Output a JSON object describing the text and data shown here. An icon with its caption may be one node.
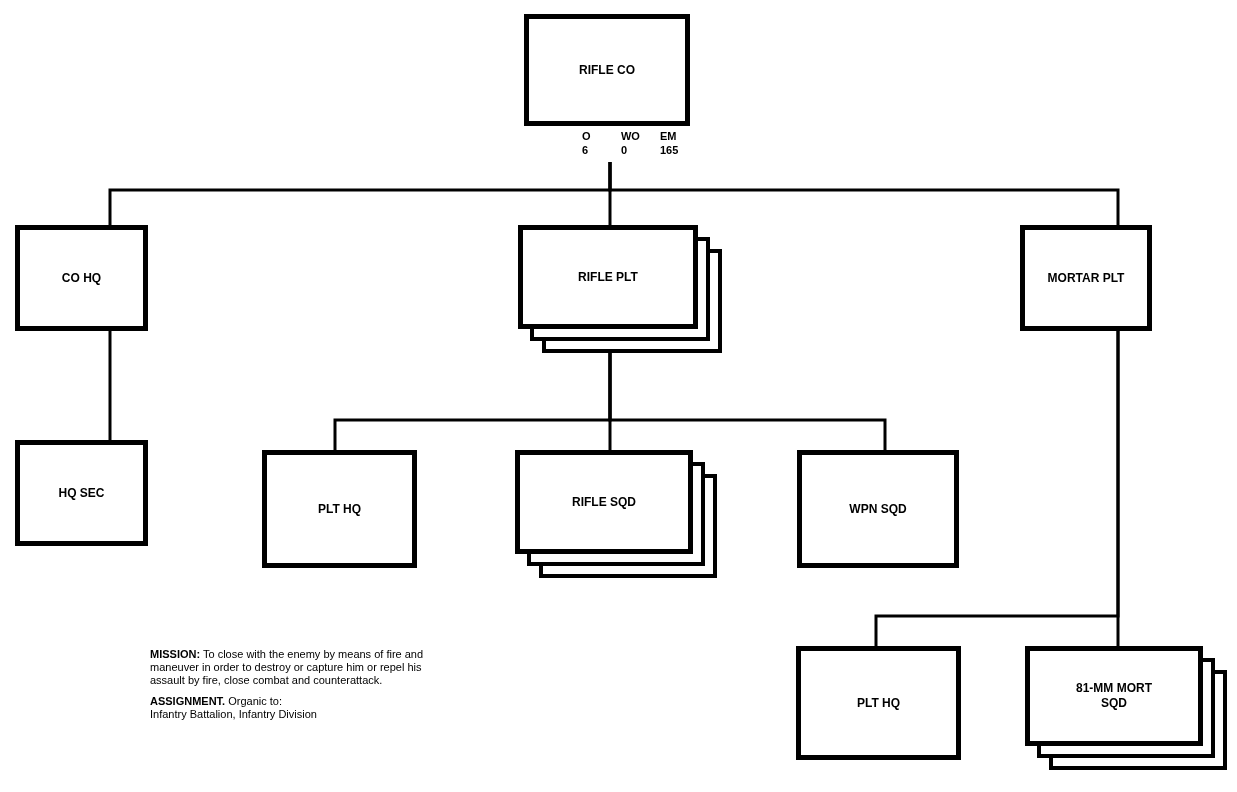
{
  "diagram": {
    "nodes": [
      {
        "text": [
          "RIFLE CO"
        ],
        "beside": [
          "O",
          "WO",
          "EM",
          "6",
          "0",
          "165"
        ]
      },
      {
        "text": [
          "CO HQ"
        ]
      },
      {
        "text": [
          "RIFLE PLT"
        ]
      },
      {
        "text": [
          "MORTAR PLT"
        ]
      },
      {
        "text": [
          "HQ SEC"
        ]
      },
      {
        "text": [
          "PLT HQ"
        ]
      },
      {
        "text": [
          "RIFLE SQD"
        ]
      },
      {
        "text": [
          "WPN SQD"
        ]
      },
      {
        "text": [
          "PLT HQ"
        ]
      },
      {
        "text": [
          "81-MM MORT SQD"
        ]
      }
    ],
    "edges": [
      {
        "from": 0,
        "to": 1,
        "arrow": "none"
      },
      {
        "from": 0,
        "to": 2,
        "arrow": "none"
      },
      {
        "from": 0,
        "to": 3,
        "arrow": "none"
      },
      {
        "from": 1,
        "to": 4,
        "arrow": "none"
      },
      {
        "from": 2,
        "to": 5,
        "arrow": "none"
      },
      {
        "from": 2,
        "to": 6,
        "arrow": "none"
      },
      {
        "from": 2,
        "to": 7,
        "arrow": "none"
      },
      {
        "from": 3,
        "to": 8,
        "arrow": "none"
      },
      {
        "from": 3,
        "to": 9,
        "arrow": "none"
      }
    ],
    "labels": [
      "**MISSION:** To close with the enemy by means of fire and maneuver in order to destroy or capture him or repel his assault by fire, close combat and counterattack.",
      "**ASSIGNMENT.** Organic to:",
      "Infantry Battalion, Infantry Division"
    ]
  }
}
